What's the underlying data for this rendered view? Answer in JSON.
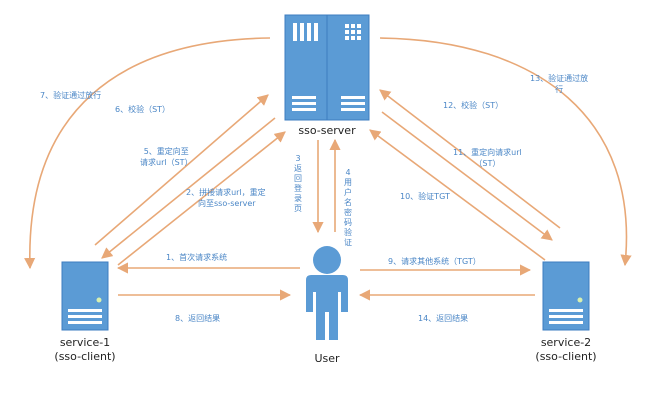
{
  "colors": {
    "arrow": "#e8a877",
    "server": "#5b9bd5",
    "label": "#4a86c6",
    "node_text": "#222222"
  },
  "nodes": {
    "sso_server": {
      "label": "sso-server",
      "icon": "server-icon"
    },
    "service1": {
      "line1": "service-1",
      "line2": "(sso-client)",
      "icon": "server-icon"
    },
    "service2": {
      "line1": "service-2",
      "line2": "(sso-client)",
      "icon": "server-icon"
    },
    "user": {
      "label": "User",
      "icon": "user-icon"
    }
  },
  "edges": {
    "e1": "1、首次请求系统",
    "e2a": "2、拼接请求url，重定",
    "e2b": "向至sso-server",
    "e3": "3返回登录页",
    "e4": "4用户名密码验证",
    "e5a": "5、重定向至",
    "e5b": "请求url（ST）",
    "e6": "6、校验（ST）",
    "e7": "7、验证通过放行",
    "e8": "8、返回结果",
    "e9": "9、请求其他系统（TGT）",
    "e10": "10、验证TGT",
    "e11a": "11、重定向请求url",
    "e11b": "（ST）",
    "e12": "12、校验（ST）",
    "e13a": "13、验证通过放",
    "e13b": "行",
    "e14": "14、返回结果"
  }
}
